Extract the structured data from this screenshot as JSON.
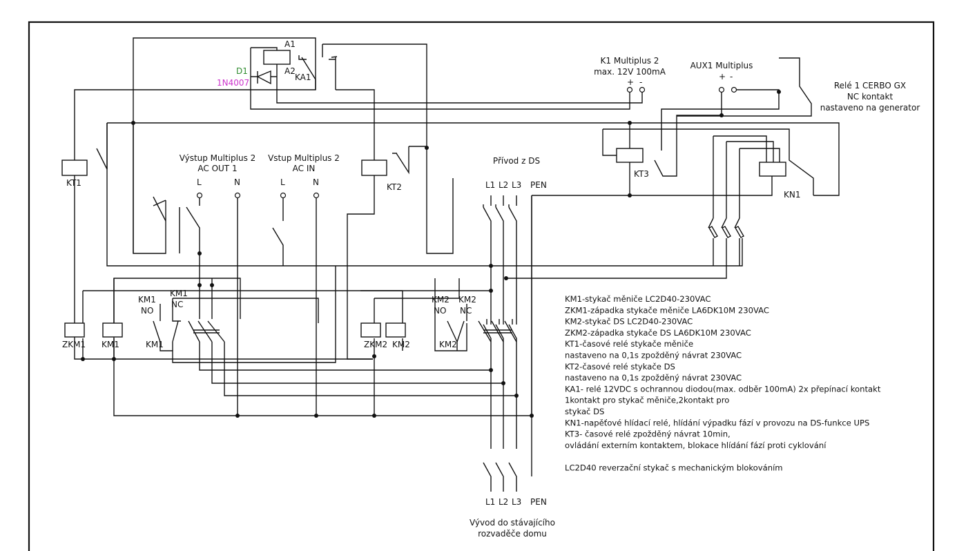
{
  "colors": {
    "diode_label": "#2e8b2e",
    "diode_type": "#cc33cc",
    "wire": "#111111"
  },
  "labels": {
    "a1": "A1",
    "a2": "A2",
    "ka1": "KA1",
    "d1": "D1",
    "d1_type": "1N4007",
    "k1_title": "K1 Multiplus 2",
    "k1_spec": "max. 12V 100mA",
    "plus": "+",
    "minus": "-",
    "aux1": "AUX1 Multiplus",
    "cerbo_1": "Relé 1 CERBO GX",
    "cerbo_2": "NC kontakt",
    "cerbo_3": "nastaveno na generator",
    "kt1": "KT1",
    "kt2": "KT2",
    "kt3": "KT3",
    "kn1": "KN1",
    "out_title": "Výstup Multiplus 2",
    "out_sub": "AC OUT 1",
    "in_title": "Vstup Multiplus 2",
    "in_sub": "AC IN",
    "L": "L",
    "N": "N",
    "supply_title": "Přívod z DS",
    "l1": "L1",
    "l2": "L2",
    "l3": "L3",
    "pen": "PEN",
    "km1": "KM1",
    "km2": "KM2",
    "zkm1": "ZKM1",
    "zkm2": "ZKM2",
    "no": "NO",
    "nc": "NC",
    "output_1": "Vývod do stávajícího",
    "output_2": "rozvaděče domu"
  },
  "notes": [
    "KM1-stykač měniče LC2D40-230VAC",
    "ZKM1-západka stykače měniče LA6DK10M 230VAC",
    "KM2-stykač DS LC2D40-230VAC",
    "ZKM2-západka stykače DS LA6DK10M 230VAC",
    "KT1-časové relé stykače měniče",
    "nastaveno na 0,1s zpožděný návrat 230VAC",
    "KT2-časové relé stykače DS",
    "nastaveno na 0,1s zpožděný návrat 230VAC",
    "KA1- relé 12VDC s ochrannou diodou(max. odběr 100mA) 2x přepínací kontakt",
    "1kontakt pro stykač měniče,2kontakt pro",
    "stykač DS",
    "KN1-napěťové hlídací relé, hlídání výpadku fází v provozu na DS-funkce UPS",
    "KT3- časové relé zpožděný návrat 10min,",
    "ovládání externím kontaktem, blokace hlídání fází proti cyklování",
    "",
    "LC2D40 reverzační stykač s mechanickým blokováním"
  ]
}
